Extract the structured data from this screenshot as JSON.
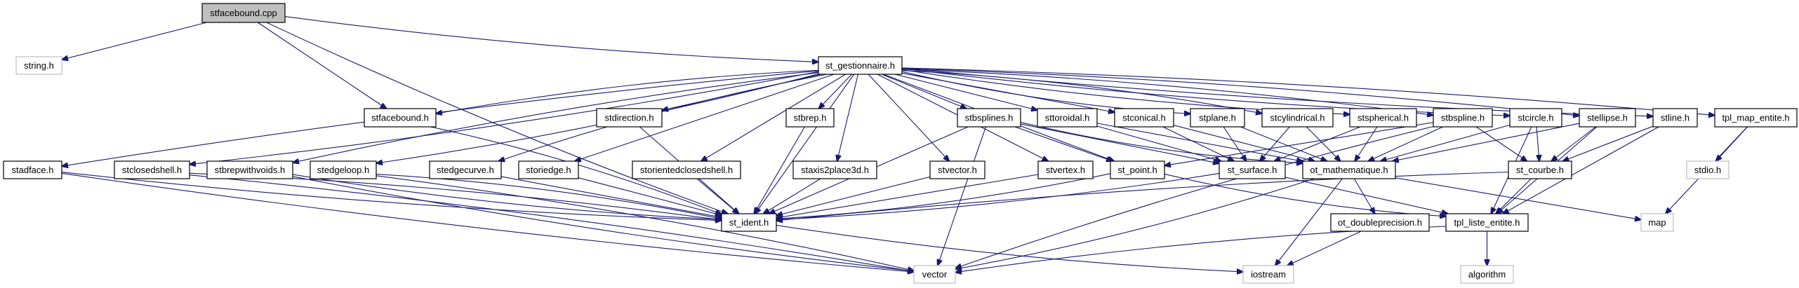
{
  "graph": {
    "edge_color": "#191970",
    "root_fill": "#bfbfbf",
    "nodes": [
      {
        "id": "stfacebound.cpp",
        "label": "stfacebound.cpp",
        "kind": "root"
      },
      {
        "id": "string.h",
        "label": "string.h",
        "kind": "external"
      },
      {
        "id": "st_gestionnaire.h",
        "label": "st_gestionnaire.h",
        "kind": "file"
      },
      {
        "id": "stfacebound.h",
        "label": "stfacebound.h",
        "kind": "file"
      },
      {
        "id": "stdirection.h",
        "label": "stdirection.h",
        "kind": "file"
      },
      {
        "id": "stbrep.h",
        "label": "stbrep.h",
        "kind": "file"
      },
      {
        "id": "stbsplines.h",
        "label": "stbsplines.h",
        "kind": "file"
      },
      {
        "id": "sttoroidal.h",
        "label": "sttoroidal.h",
        "kind": "file"
      },
      {
        "id": "stconical.h",
        "label": "stconical.h",
        "kind": "file"
      },
      {
        "id": "stplane.h",
        "label": "stplane.h",
        "kind": "file"
      },
      {
        "id": "stcylindrical.h",
        "label": "stcylindrical.h",
        "kind": "file"
      },
      {
        "id": "stspherical.h",
        "label": "stspherical.h",
        "kind": "file"
      },
      {
        "id": "stbspline.h",
        "label": "stbspline.h",
        "kind": "file"
      },
      {
        "id": "stcircle.h",
        "label": "stcircle.h",
        "kind": "file"
      },
      {
        "id": "stellipse.h",
        "label": "stellipse.h",
        "kind": "file"
      },
      {
        "id": "stline.h",
        "label": "stline.h",
        "kind": "file"
      },
      {
        "id": "tpl_map_entite.h",
        "label": "tpl_map_entite.h",
        "kind": "file"
      },
      {
        "id": "stadface.h",
        "label": "stadface.h",
        "kind": "file"
      },
      {
        "id": "stclosedshell.h",
        "label": "stclosedshell.h",
        "kind": "file"
      },
      {
        "id": "stbrepwithvoids.h",
        "label": "stbrepwithvoids.h",
        "kind": "file"
      },
      {
        "id": "stedgeloop.h",
        "label": "stedgeloop.h",
        "kind": "file"
      },
      {
        "id": "stedgecurve.h",
        "label": "stedgecurve.h",
        "kind": "file"
      },
      {
        "id": "storiedge.h",
        "label": "storiedge.h",
        "kind": "file"
      },
      {
        "id": "storientedclosedshell.h",
        "label": "storientedclosedshell.h",
        "kind": "file"
      },
      {
        "id": "staxis2place3d.h",
        "label": "staxis2place3d.h",
        "kind": "file"
      },
      {
        "id": "stvector.h",
        "label": "stvector.h",
        "kind": "file"
      },
      {
        "id": "stvertex.h",
        "label": "stvertex.h",
        "kind": "file"
      },
      {
        "id": "st_point.h",
        "label": "st_point.h",
        "kind": "file"
      },
      {
        "id": "st_surface.h",
        "label": "st_surface.h",
        "kind": "file"
      },
      {
        "id": "ot_mathematique.h",
        "label": "ot_mathematique.h",
        "kind": "file"
      },
      {
        "id": "st_courbe.h",
        "label": "st_courbe.h",
        "kind": "file"
      },
      {
        "id": "stdio.h",
        "label": "stdio.h",
        "kind": "external"
      },
      {
        "id": "st_ident.h",
        "label": "st_ident.h",
        "kind": "file"
      },
      {
        "id": "ot_doubleprecision.h",
        "label": "ot_doubleprecision.h",
        "kind": "file"
      },
      {
        "id": "tpl_liste_entite.h",
        "label": "tpl_liste_entite.h",
        "kind": "file"
      },
      {
        "id": "map",
        "label": "map",
        "kind": "external"
      },
      {
        "id": "vector",
        "label": "vector",
        "kind": "external"
      },
      {
        "id": "iostream",
        "label": "iostream",
        "kind": "external"
      },
      {
        "id": "algorithm",
        "label": "algorithm",
        "kind": "external"
      }
    ],
    "edges": [
      [
        "stfacebound.cpp",
        "string.h"
      ],
      [
        "stfacebound.cpp",
        "st_gestionnaire.h"
      ],
      [
        "stfacebound.cpp",
        "stfacebound.h"
      ],
      [
        "stfacebound.cpp",
        "st_ident.h"
      ],
      [
        "st_gestionnaire.h",
        "stadface.h"
      ],
      [
        "st_gestionnaire.h",
        "stclosedshell.h"
      ],
      [
        "st_gestionnaire.h",
        "stbrepwithvoids.h"
      ],
      [
        "st_gestionnaire.h",
        "stedgeloop.h"
      ],
      [
        "st_gestionnaire.h",
        "stfacebound.h"
      ],
      [
        "st_gestionnaire.h",
        "stdirection.h"
      ],
      [
        "st_gestionnaire.h",
        "stedgecurve.h"
      ],
      [
        "st_gestionnaire.h",
        "storiedge.h"
      ],
      [
        "st_gestionnaire.h",
        "storientedclosedshell.h"
      ],
      [
        "st_gestionnaire.h",
        "stbrep.h"
      ],
      [
        "st_gestionnaire.h",
        "staxis2place3d.h"
      ],
      [
        "st_gestionnaire.h",
        "stvector.h"
      ],
      [
        "st_gestionnaire.h",
        "stbsplines.h"
      ],
      [
        "st_gestionnaire.h",
        "sttoroidal.h"
      ],
      [
        "st_gestionnaire.h",
        "stconical.h"
      ],
      [
        "st_gestionnaire.h",
        "stplane.h"
      ],
      [
        "st_gestionnaire.h",
        "stcylindrical.h"
      ],
      [
        "st_gestionnaire.h",
        "stspherical.h"
      ],
      [
        "st_gestionnaire.h",
        "stbspline.h"
      ],
      [
        "st_gestionnaire.h",
        "stcircle.h"
      ],
      [
        "st_gestionnaire.h",
        "stellipse.h"
      ],
      [
        "st_gestionnaire.h",
        "stline.h"
      ],
      [
        "st_gestionnaire.h",
        "tpl_map_entite.h"
      ],
      [
        "st_gestionnaire.h",
        "st_ident.h"
      ],
      [
        "st_gestionnaire.h",
        "stvertex.h"
      ],
      [
        "st_gestionnaire.h",
        "st_point.h"
      ],
      [
        "stfacebound.h",
        "st_ident.h"
      ],
      [
        "stadface.h",
        "st_ident.h"
      ],
      [
        "stclosedshell.h",
        "st_ident.h"
      ],
      [
        "stbrepwithvoids.h",
        "st_ident.h"
      ],
      [
        "stedgeloop.h",
        "st_ident.h"
      ],
      [
        "stedgecurve.h",
        "st_ident.h"
      ],
      [
        "storiedge.h",
        "st_ident.h"
      ],
      [
        "stdirection.h",
        "st_ident.h"
      ],
      [
        "storientedclosedshell.h",
        "st_ident.h"
      ],
      [
        "stbrep.h",
        "st_ident.h"
      ],
      [
        "staxis2place3d.h",
        "st_ident.h"
      ],
      [
        "stvector.h",
        "st_ident.h"
      ],
      [
        "stvertex.h",
        "st_ident.h"
      ],
      [
        "st_point.h",
        "st_ident.h"
      ],
      [
        "stbsplines.h",
        "st_ident.h"
      ],
      [
        "st_surface.h",
        "st_ident.h"
      ],
      [
        "st_courbe.h",
        "st_ident.h"
      ],
      [
        "stadface.h",
        "vector"
      ],
      [
        "stclosedshell.h",
        "vector"
      ],
      [
        "stbrepwithvoids.h",
        "vector"
      ],
      [
        "stedgeloop.h",
        "vector"
      ],
      [
        "stbsplines.h",
        "vector"
      ],
      [
        "stbspline.h",
        "vector"
      ],
      [
        "ot_mathematique.h",
        "vector"
      ],
      [
        "tpl_liste_entite.h",
        "vector"
      ],
      [
        "stbsplines.h",
        "st_point.h"
      ],
      [
        "stbsplines.h",
        "st_surface.h"
      ],
      [
        "stbsplines.h",
        "ot_mathematique.h"
      ],
      [
        "sttoroidal.h",
        "st_surface.h"
      ],
      [
        "sttoroidal.h",
        "ot_mathematique.h"
      ],
      [
        "stconical.h",
        "st_surface.h"
      ],
      [
        "stconical.h",
        "ot_mathematique.h"
      ],
      [
        "stplane.h",
        "st_surface.h"
      ],
      [
        "stplane.h",
        "ot_mathematique.h"
      ],
      [
        "stcylindrical.h",
        "st_surface.h"
      ],
      [
        "stcylindrical.h",
        "ot_mathematique.h"
      ],
      [
        "stspherical.h",
        "st_surface.h"
      ],
      [
        "stspherical.h",
        "ot_mathematique.h"
      ],
      [
        "stbspline.h",
        "ot_mathematique.h"
      ],
      [
        "stbspline.h",
        "st_courbe.h"
      ],
      [
        "stbspline.h",
        "st_point.h"
      ],
      [
        "stcircle.h",
        "ot_mathematique.h"
      ],
      [
        "stcircle.h",
        "st_courbe.h"
      ],
      [
        "stcircle.h",
        "tpl_liste_entite.h"
      ],
      [
        "stellipse.h",
        "ot_mathematique.h"
      ],
      [
        "stellipse.h",
        "st_courbe.h"
      ],
      [
        "stellipse.h",
        "tpl_liste_entite.h"
      ],
      [
        "stline.h",
        "st_courbe.h"
      ],
      [
        "stline.h",
        "tpl_liste_entite.h"
      ],
      [
        "tpl_map_entite.h",
        "stdio.h"
      ],
      [
        "tpl_map_entite.h",
        "map"
      ],
      [
        "st_courbe.h",
        "tpl_liste_entite.h"
      ],
      [
        "st_surface.h",
        "tpl_liste_entite.h"
      ],
      [
        "st_point.h",
        "tpl_liste_entite.h"
      ],
      [
        "ot_mathematique.h",
        "ot_doubleprecision.h"
      ],
      [
        "ot_mathematique.h",
        "iostream"
      ],
      [
        "ot_mathematique.h",
        "map"
      ],
      [
        "ot_doubleprecision.h",
        "iostream"
      ],
      [
        "tpl_liste_entite.h",
        "algorithm"
      ],
      [
        "st_ident.h",
        "iostream"
      ]
    ]
  }
}
